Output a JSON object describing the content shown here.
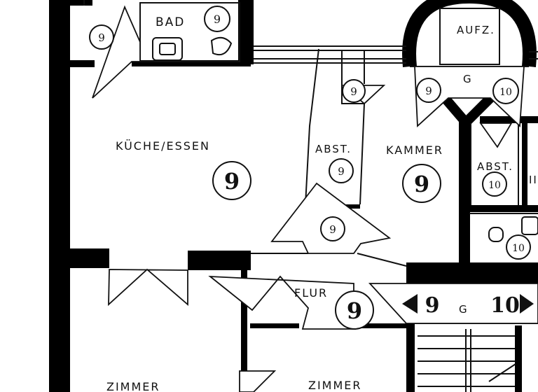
{
  "rooms": {
    "bad": "BAD",
    "aufzug": "AUFZ.",
    "kueche": "KÜCHE/ESSEN",
    "abst1": "ABST.",
    "kammer": "KAMMER",
    "abst2": "ABST.",
    "flur": "FLUR",
    "zimmer1": "ZIMMER",
    "zimmer2": "ZIMMER",
    "g_lift": "G",
    "g_stair": "G",
    "partial_right": "II"
  },
  "markers": {
    "bad": "9",
    "bad_left": "9",
    "kueche": "9",
    "abst1_door": "9",
    "abst1": "9",
    "kammer": "9",
    "lift_left": "9",
    "lift_right": "10",
    "abst2": "10",
    "right_room": "10",
    "flur_door": "9",
    "flur": "9",
    "stair_left": "9",
    "stair_right": "10"
  },
  "colors": {
    "wall": "#000000",
    "line": "#111111",
    "background": "#ffffff"
  }
}
